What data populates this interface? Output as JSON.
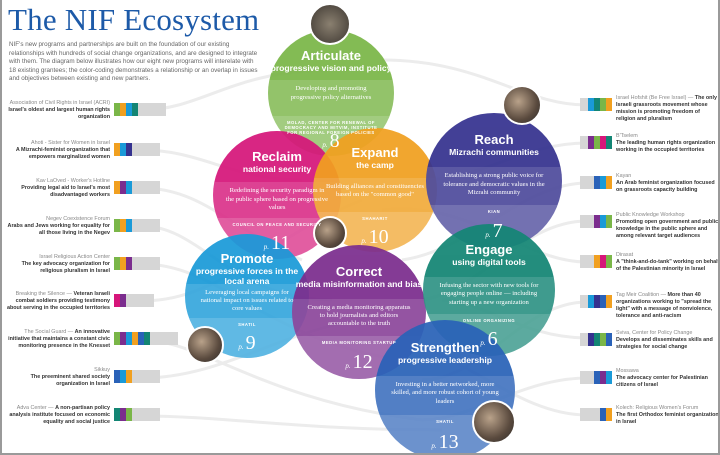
{
  "title": "The NIF Ecosystem",
  "intro": "NIF's new programs and partnerships are built on the foundation of our existing relationships with hundreds of social change organizations, and are designed to integrate with them. The diagram below illustrates how our eight new programs will interelate with 18 existing grantees; the color-coding demonstrates a relationship or an overlap in issues and objectives between existing and new partners.",
  "colors": {
    "green": "#7ab648",
    "orange": "#f1a020",
    "cyan": "#1a9ad8",
    "teal": "#138574",
    "indigo": "#35328f",
    "purple": "#7b2d8e",
    "magenta": "#d6167a",
    "blue": "#2a62b8"
  },
  "programs": [
    {
      "title": "Articulate",
      "subtitle": "progressive vision and policy",
      "description": "Developing and promoting progressive policy alternatives",
      "org": "MOLAD, CENTER FOR RENEWAL OF DEMOCRACY AND MITVIM, INSTITUTE FOR REGIONAL FOREIGN POLICIES",
      "page_prefix": "p.",
      "page": "8",
      "color": "#7ab648"
    },
    {
      "title": "Reclaim",
      "subtitle": "national security",
      "description": "Redefining the security paradigm in the public sphere based on progressive values",
      "org": "COUNCIL ON PEACE AND SECURITY",
      "page_prefix": "p.",
      "page": "11",
      "color": "#d6167a"
    },
    {
      "title": "Expand",
      "subtitle": "the camp",
      "description": "Building alliances and constituencies based on the \"common good\"",
      "org": "SHAHARIT",
      "page_prefix": "p.",
      "page": "10",
      "color": "#f1a020"
    },
    {
      "title": "Reach",
      "subtitle": "Mizrachi communities",
      "description": "Establishing a strong public voice for tolerance and democratic values in the Mizrahi community",
      "org": "KIAN",
      "page_prefix": "p.",
      "page": "7",
      "color": "#35328f"
    },
    {
      "title": "Promote",
      "subtitle": "progressive forces in the local arena",
      "description": "Leveraging local campaigns for national impact on issues related to core values",
      "org": "SHATIL",
      "page_prefix": "p.",
      "page": "9",
      "color": "#1a9ad8"
    },
    {
      "title": "Correct",
      "subtitle": "media misinformation and bias",
      "description": "Creating a media monitoring apparatus to hold journalists and editors accountable to the truth",
      "org": "MEDIA MONITORING STARTUP",
      "page_prefix": "p.",
      "page": "12",
      "color": "#7b2d8e"
    },
    {
      "title": "Engage",
      "subtitle": "using digital tools",
      "description": "Infusing the sector with new tools for engaging people online — including starting up a new organization",
      "org": "ONLINE ORGANIZING",
      "page_prefix": "p.",
      "page": "6",
      "color": "#138574"
    },
    {
      "title": "Strengthen",
      "subtitle": "progressive leadership",
      "description": "Investing in a better networked, more skilled, and more robust cohort of young leaders",
      "org": "SHATIL",
      "page_prefix": "p.",
      "page": "13",
      "color": "#2a62b8"
    }
  ],
  "left_grantees": [
    {
      "name": "Association of Civil Rights in Israel (ACRI)",
      "desc": "Israel's oldest and largest human rights organization",
      "chips": [
        "#7ab648",
        "#f1a020",
        "#1a9ad8",
        "#138574"
      ]
    },
    {
      "name": "Ahoti - Sister for Women in Israel",
      "desc": "A Mizrachi-feminist organization that empowers marginalized  women",
      "chips": [
        "#f1a020",
        "#1a9ad8",
        "#35328f"
      ]
    },
    {
      "name": "Kav LaOved - Worker's Hotline",
      "desc": "Providing legal aid to Israel's most disadvantaged workers",
      "chips": [
        "#f1a020",
        "#7b2d8e",
        "#1a9ad8"
      ]
    },
    {
      "name": "Negev Coexistence Forum",
      "desc": "Arabs and Jews working for equality for all those living in the Negev",
      "chips": [
        "#7ab648",
        "#f1a020",
        "#1a9ad8"
      ]
    },
    {
      "name": "Israel Religious Action Center",
      "desc": "The key advocacy organization for religious pluralism in Israel",
      "chips": [
        "#7ab648",
        "#f1a020",
        "#7b2d8e"
      ]
    },
    {
      "name": "Breaking the Silence —",
      "desc": "Veteran Israeli combat soldiers providing testimony about serving in the occupied territories",
      "chips": [
        "#d6167a",
        "#7b2d8e"
      ]
    },
    {
      "name": "The Social Guard —",
      "desc": "An innovative initiative that maintains a constant civic monitoring presence in the Knesset",
      "chips": [
        "#7ab648",
        "#7b2d8e",
        "#1a9ad8",
        "#f1a020",
        "#2a62b8",
        "#138574"
      ]
    },
    {
      "name": "Sikkuy",
      "desc": "The preeminent shared society organization in Israel",
      "chips": [
        "#2a62b8",
        "#1a9ad8",
        "#f1a020"
      ]
    },
    {
      "name": "Adva Center —",
      "desc": "A non-partisan policy analysis institute focused on economic equality and social justice",
      "chips": [
        "#138574",
        "#7b2d8e",
        "#7ab648"
      ]
    }
  ],
  "right_grantees": [
    {
      "name": "Israel Hofshit (Be Free Israel) —",
      "desc": "The only Israeli grassroots movement whose mission is promoting freedom of religion and pluralism",
      "chips": [
        "#1a9ad8",
        "#138574",
        "#7ab648",
        "#f1a020"
      ]
    },
    {
      "name": "B'Tselem",
      "desc": "The leading human rights organization working in the occupied territories",
      "chips": [
        "#7b2d8e",
        "#7ab648",
        "#d6167a",
        "#138574"
      ]
    },
    {
      "name": "Kayan",
      "desc": "An Arab feminist organization focused on grassroots capacity building",
      "chips": [
        "#2a62b8",
        "#1a9ad8",
        "#f1a020"
      ]
    },
    {
      "name": "Public Knowledge Workshop",
      "desc": "Promoting open government and public knowledge in the public sphere and among relevant target audiences",
      "chips": [
        "#7b2d8e",
        "#1a9ad8",
        "#7ab648"
      ]
    },
    {
      "name": "Dirasat",
      "desc": "A \"think-and-do-tank\" working on behalf of the Palestinian minority in Israel",
      "chips": [
        "#f1a020",
        "#d6167a",
        "#7ab648"
      ]
    },
    {
      "name": "Tag Meir Coalition —",
      "desc": "More than 40 organizations working to \"spread the light\" with a message of nonviolence, tolerance and anti-racism",
      "chips": [
        "#1a9ad8",
        "#35328f",
        "#2a62b8",
        "#f1a020"
      ]
    },
    {
      "name": "Sviva, Center for Policy Change",
      "desc": "Develops and disseminates skills and strategies for social change",
      "chips": [
        "#35328f",
        "#138574",
        "#7ab648",
        "#2a62b8"
      ]
    },
    {
      "name": "Mossawa",
      "desc": "The advocacy center for Palestinian citizens of Israel",
      "chips": [
        "#2a62b8",
        "#7b2d8e",
        "#1a9ad8"
      ]
    },
    {
      "name": "Kolech: Religious Women's Forum",
      "desc": "The first Orthodox feminist organization in Israel",
      "chips": [
        "#2a62b8",
        "#f1a020"
      ]
    }
  ]
}
